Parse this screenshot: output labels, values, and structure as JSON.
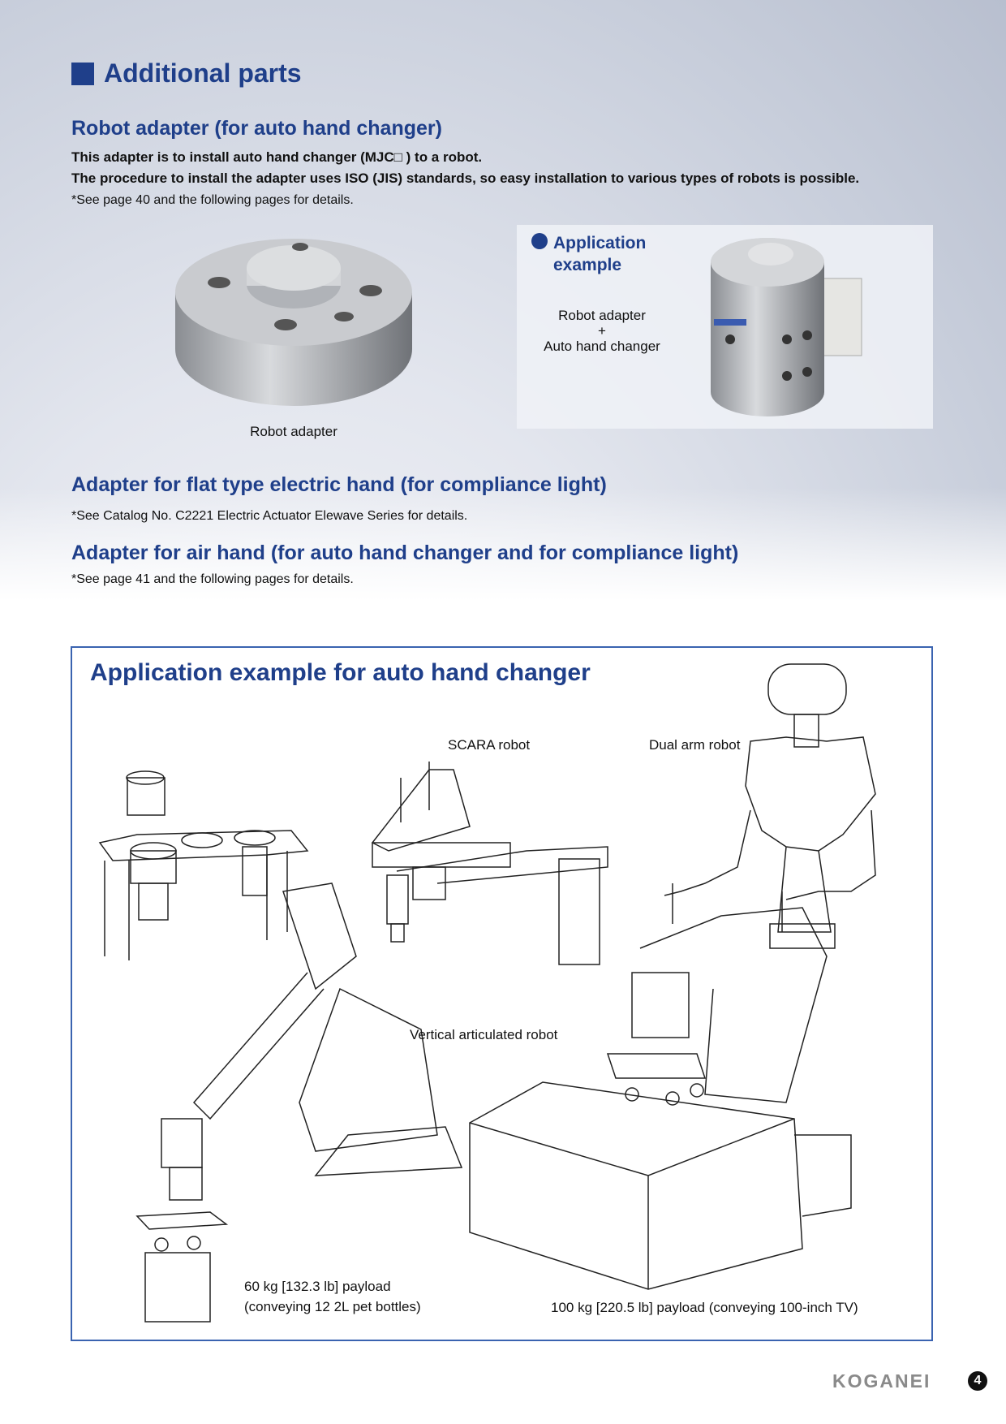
{
  "section_title": "Additional parts",
  "robot_adapter": {
    "heading": "Robot adapter (for auto hand changer)",
    "line1": "This adapter is to install auto hand changer (MJC□ ) to a robot.",
    "line2": "The procedure to install the adapter uses ISO (JIS) standards, so easy installation to various types of robots is possible.",
    "note": "*See page 40 and the following pages for details.",
    "image_caption": "Robot adapter"
  },
  "application_example": {
    "title_line1": "Application",
    "title_line2": "example",
    "desc_line1": "Robot adapter",
    "desc_plus": "+",
    "desc_line2": "Auto hand changer"
  },
  "flat_adapter": {
    "heading": "Adapter for flat type electric hand (for compliance light)",
    "note": "*See Catalog No. C2221 Electric Actuator Elewave Series for details."
  },
  "air_adapter": {
    "heading": "Adapter for air hand (for auto hand changer and for compliance light)",
    "note": "*See page 41 and the following pages for details."
  },
  "auto_hand_box": {
    "title": "Application example for auto hand changer",
    "scara": "SCARA robot",
    "dual_arm": "Dual arm robot",
    "vertical": "Vertical articulated robot",
    "payload60_line1": "60 kg [132.3 lb] payload",
    "payload60_line2": "(conveying 12 2L pet bottles)",
    "payload100": "100 kg [220.5 lb] payload (conveying 100-inch TV)"
  },
  "footer": {
    "brand": "KOGANEI",
    "page": "4"
  },
  "colors": {
    "accent": "#1f3f8a",
    "box_border": "#3a63b0"
  }
}
